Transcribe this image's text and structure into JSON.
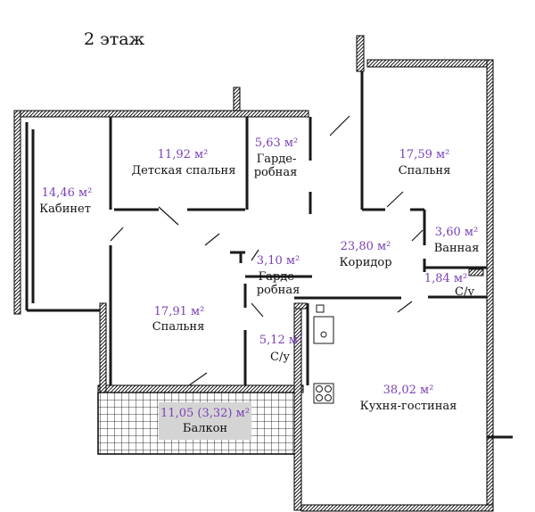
{
  "floor_title": "2 этаж",
  "colors": {
    "area": "#7a3fb5",
    "label": "#111111",
    "wall": "#1a1a1a",
    "hatch": "#000000",
    "balcony_fill": "#d4d4d4"
  },
  "rooms": {
    "kabinet": {
      "area": "14,46 м²",
      "name": "Кабинет"
    },
    "detskaya": {
      "area": "11,92 м²",
      "name": "Детская спальня"
    },
    "garderob1": {
      "area": "5,63 м²",
      "name_line1": "Гарде-",
      "name_line2": "робная"
    },
    "spalnya1": {
      "area": "17,59 м²",
      "name": "Спальня"
    },
    "koridor": {
      "area": "23,80 м²",
      "name": "Коридор"
    },
    "vannaya": {
      "area": "3,60 м²",
      "name": "Ванная"
    },
    "su1": {
      "area": "1,84 м²",
      "name": "С/у"
    },
    "garderob2": {
      "area": "3,10 м²",
      "name_line1": "Гарде-",
      "name_line2": "робная"
    },
    "spalnya2": {
      "area": "17,91 м²",
      "name": "Спальня"
    },
    "su2": {
      "area": "5,12 м²",
      "name": "С/у"
    },
    "kuhnya": {
      "area": "38,02 м²",
      "name": "Кухня-гостиная"
    },
    "balkon": {
      "area": "11,05 (3,32) м²",
      "name": "Балкон"
    }
  }
}
